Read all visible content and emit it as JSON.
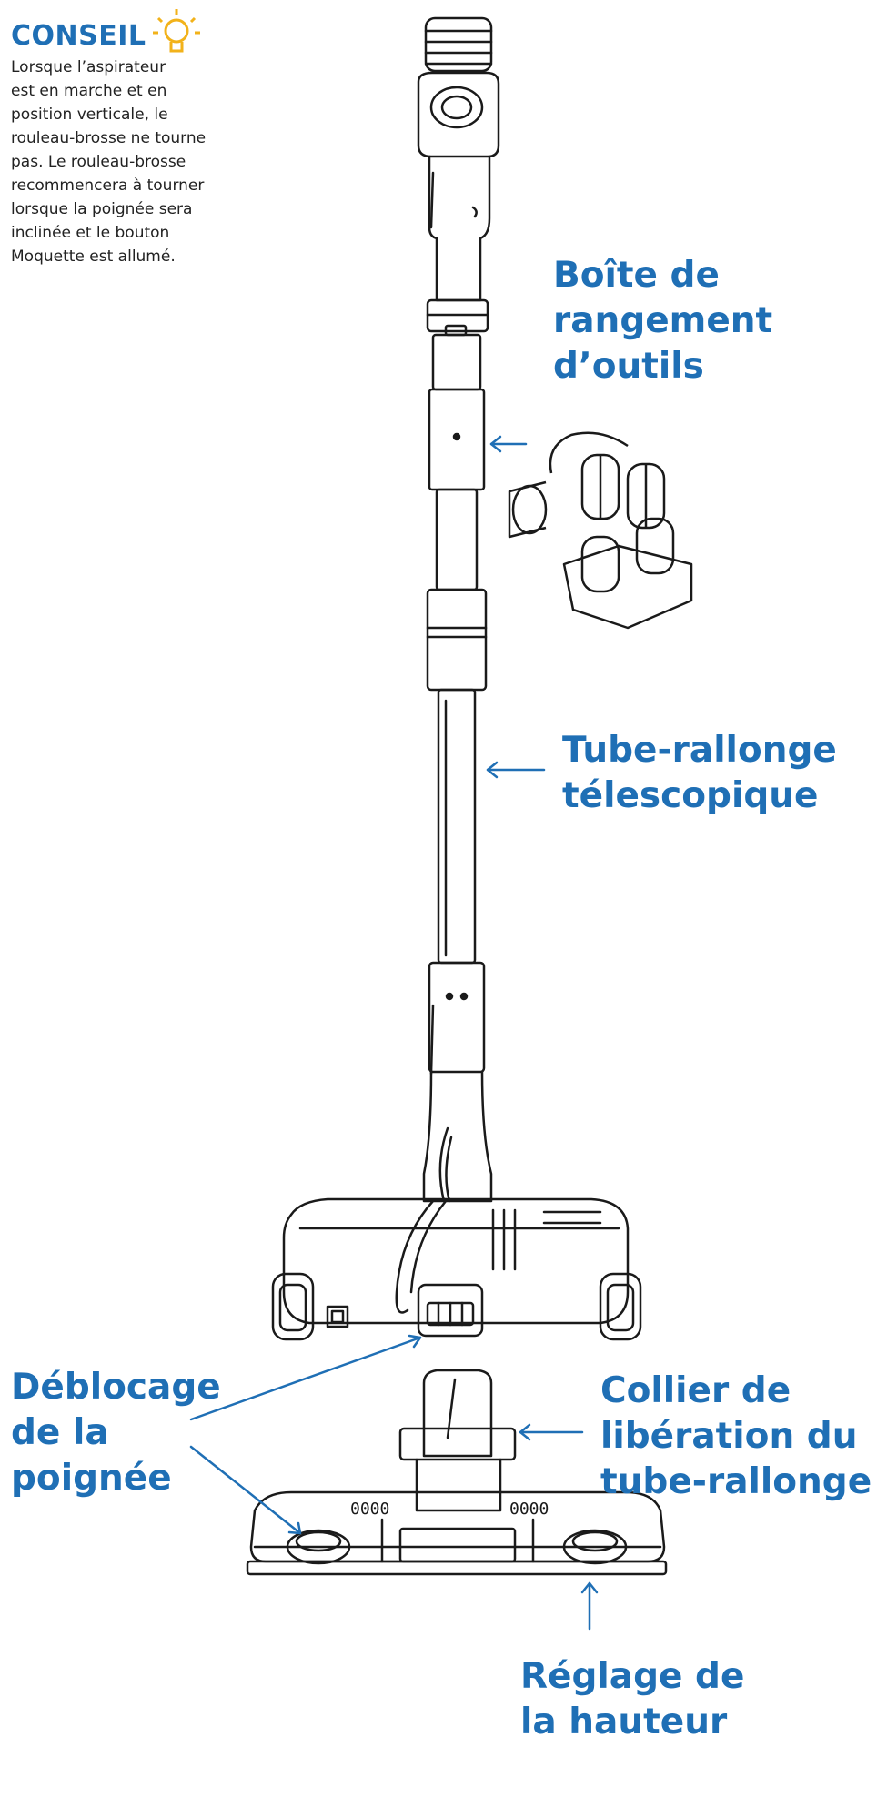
{
  "tip": {
    "title": "CONSEIL",
    "lines": [
      "Lorsque l’aspirateur",
      "est en marche et en",
      "position verticale, le",
      "rouleau-brosse ne tourne",
      "pas. Le rouleau-brosse",
      "recommencera à tourner",
      "lorsque la poignée sera",
      "inclinée et le bouton",
      "Moquette est allumé."
    ]
  },
  "labels": {
    "tool_box": [
      "Boîte de",
      "rangement",
      "d’outils"
    ],
    "telescopic_tube": [
      "Tube-rallonge",
      "télescopique"
    ],
    "handle_release": [
      "Déblocage",
      "de la",
      "poignée"
    ],
    "tube_release_collar": [
      "Collier de",
      "libération du",
      "tube-rallonge"
    ],
    "height_adjust": [
      "Réglage de",
      "la hauteur"
    ]
  },
  "floor_head_markings": [
    "0000",
    "0000"
  ],
  "colors": {
    "accent": "#1f6fb5",
    "bulb": "#f2b21a",
    "line": "#1a1a1a"
  }
}
